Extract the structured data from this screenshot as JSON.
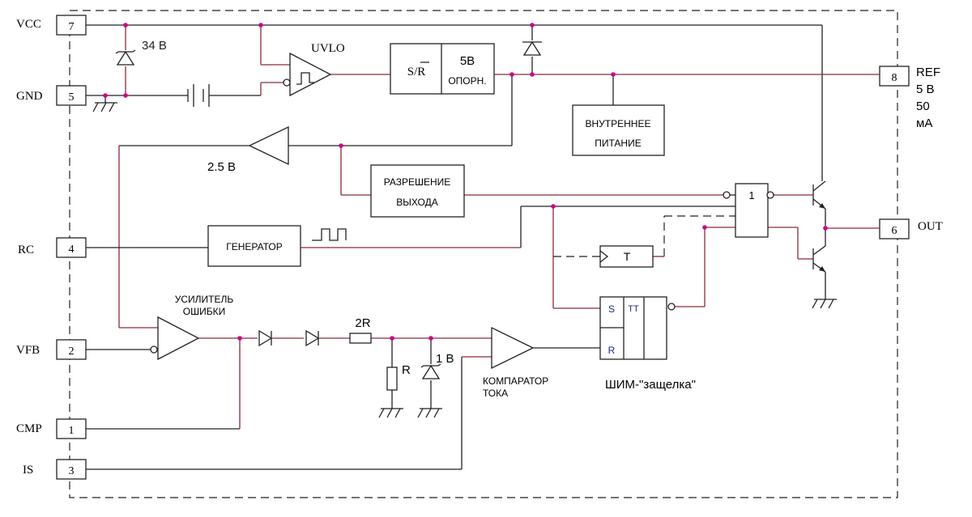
{
  "pins": {
    "vcc": {
      "name": "VCC",
      "num": "7"
    },
    "gnd": {
      "name": "GND",
      "num": "5"
    },
    "rc": {
      "name": "RC",
      "num": "4"
    },
    "vfb": {
      "name": "VFB",
      "num": "2"
    },
    "cmp": {
      "name": "CMP",
      "num": "1"
    },
    "is": {
      "name": "IS",
      "num": "3"
    },
    "ref": {
      "num": "8",
      "lines": [
        "REF",
        "5 В",
        "50",
        "мА"
      ]
    },
    "out": {
      "name": "OUT",
      "num": "6"
    }
  },
  "blocks": {
    "sr": "S/R",
    "ref5v": [
      "5В",
      "ОПОРН."
    ],
    "internal_supply": [
      "ВНУТРЕННЕЕ",
      "ПИТАНИЕ"
    ],
    "output_enable": [
      "РАЗРЕШЕНИЕ",
      "ВЫХОДА"
    ],
    "oscillator": "ГЕНЕРАТОР",
    "logic_gate": "1",
    "t_flipflop": "T",
    "latch_s": "S",
    "latch_r": "R",
    "latch_tt": "ТТ"
  },
  "labels": {
    "uvlo": "UVLO",
    "zener_34v": "34 В",
    "ref_2_5v": "2.5 В",
    "error_amp": [
      "УСИЛИТЕЛЬ",
      "ОШИБКИ"
    ],
    "res_2r": "2R",
    "res_r": "R",
    "zener_1v": "1 В",
    "current_comparator": [
      "КОМПАРАТОР",
      "ТОКА"
    ],
    "pwm_latch": "ШИМ-\"защелка\""
  }
}
